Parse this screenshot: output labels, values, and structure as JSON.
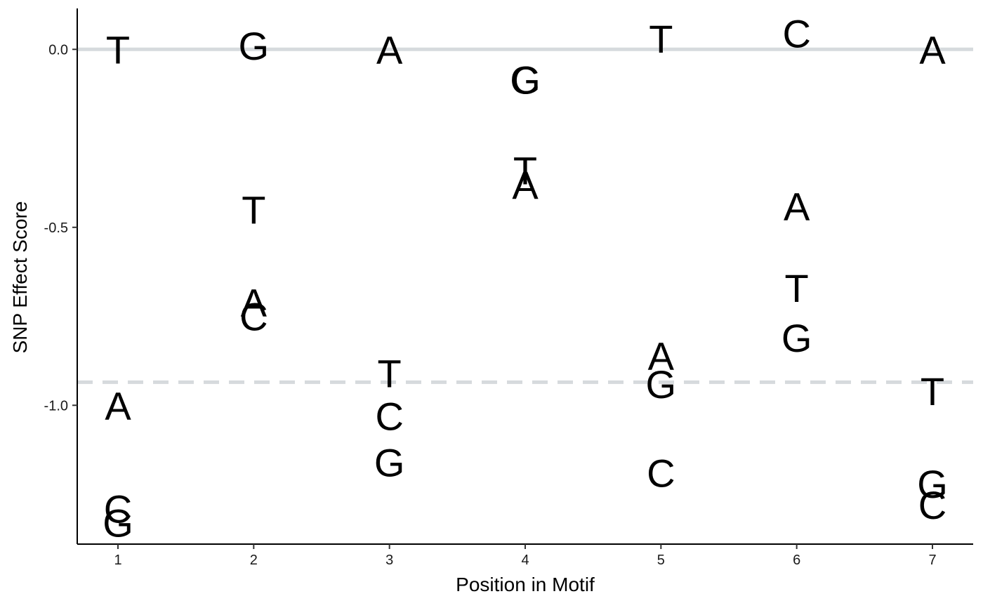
{
  "chart_data": {
    "type": "scatter",
    "marker": "text",
    "xlabel": "Position in Motif",
    "ylabel": "SNP Effect Score",
    "x_ticks": [
      1,
      2,
      3,
      4,
      5,
      6,
      7
    ],
    "y_ticks": [
      0.0,
      -0.5,
      -1.0
    ],
    "y_tick_labels": [
      "0.0",
      "-0.5",
      "-1.0"
    ],
    "xlim": [
      0.7,
      7.3
    ],
    "ylim": [
      -1.39,
      0.115
    ],
    "grid": false,
    "reference_lines": [
      {
        "y": 0.0,
        "style": "solid",
        "color": "#d6dadd"
      },
      {
        "y": -0.935,
        "style": "dashed",
        "color": "#d6dadd"
      }
    ],
    "points": [
      {
        "x": 1,
        "y": 0.0,
        "label": "T"
      },
      {
        "x": 1,
        "y": -1.0,
        "label": "A"
      },
      {
        "x": 1,
        "y": -1.29,
        "label": "C"
      },
      {
        "x": 1,
        "y": -1.33,
        "label": "G"
      },
      {
        "x": 2,
        "y": 0.01,
        "label": "G"
      },
      {
        "x": 2,
        "y": -0.45,
        "label": "T"
      },
      {
        "x": 2,
        "y": -0.71,
        "label": "A"
      },
      {
        "x": 2,
        "y": -0.75,
        "label": "C"
      },
      {
        "x": 3,
        "y": 0.0,
        "label": "A"
      },
      {
        "x": 3,
        "y": -0.91,
        "label": "T"
      },
      {
        "x": 3,
        "y": -1.03,
        "label": "C"
      },
      {
        "x": 3,
        "y": -1.16,
        "label": "G"
      },
      {
        "x": 4,
        "y": -0.085,
        "label": "C"
      },
      {
        "x": 4,
        "y": -0.085,
        "label": "G"
      },
      {
        "x": 4,
        "y": -0.34,
        "label": "T"
      },
      {
        "x": 4,
        "y": -0.38,
        "label": "A"
      },
      {
        "x": 5,
        "y": 0.03,
        "label": "T"
      },
      {
        "x": 5,
        "y": -0.86,
        "label": "A"
      },
      {
        "x": 5,
        "y": -0.94,
        "label": "G"
      },
      {
        "x": 5,
        "y": -1.19,
        "label": "C"
      },
      {
        "x": 6,
        "y": 0.045,
        "label": "C"
      },
      {
        "x": 6,
        "y": -0.44,
        "label": "A"
      },
      {
        "x": 6,
        "y": -0.67,
        "label": "T"
      },
      {
        "x": 6,
        "y": -0.81,
        "label": "G"
      },
      {
        "x": 7,
        "y": 0.0,
        "label": "A"
      },
      {
        "x": 7,
        "y": -0.96,
        "label": "T"
      },
      {
        "x": 7,
        "y": -1.22,
        "label": "G"
      },
      {
        "x": 7,
        "y": -1.28,
        "label": "C"
      }
    ]
  }
}
